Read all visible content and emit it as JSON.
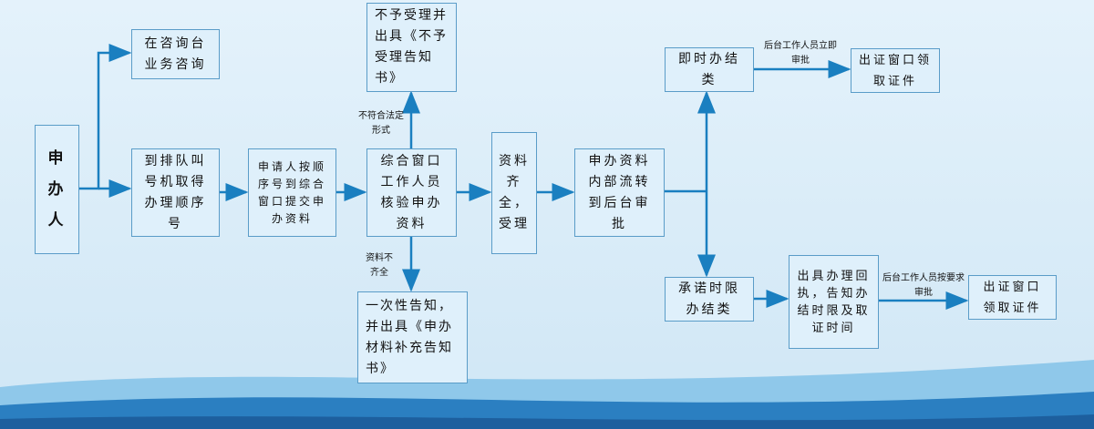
{
  "nodes": {
    "applicant": "申办人",
    "consult": "在咨询台业务咨询",
    "queue": "到排队叫号机取得办理顺序号",
    "submit": "申请人按顺序号到综合窗口提交申办资料",
    "verify": "综合窗口工作人员核验申办资料",
    "reject": "不予受理并出具《不予受理告知书》",
    "notify": "一次性告知，并出具《申办材料补充告知书》",
    "accept": "资料齐全，受理",
    "transfer": "申办资料内部流转到后台审批",
    "instant": "即时办结类",
    "pickup_top": "出证窗口领取证件",
    "promise": "承诺时限办结类",
    "receipt": "出具办理回执，告知办结时限及取证时间",
    "pickup_bottom": "出证窗口领取证件"
  },
  "labels": {
    "not_legal": "不符合法定形式",
    "incomplete": "资料不齐全",
    "instant_approve": "后台工作人员立即审批",
    "required_approve": "后台工作人员按要求审批"
  },
  "colors": {
    "arrow": "#1a7fc0",
    "border": "#5a9cc8",
    "fill": "#dff0fb"
  }
}
